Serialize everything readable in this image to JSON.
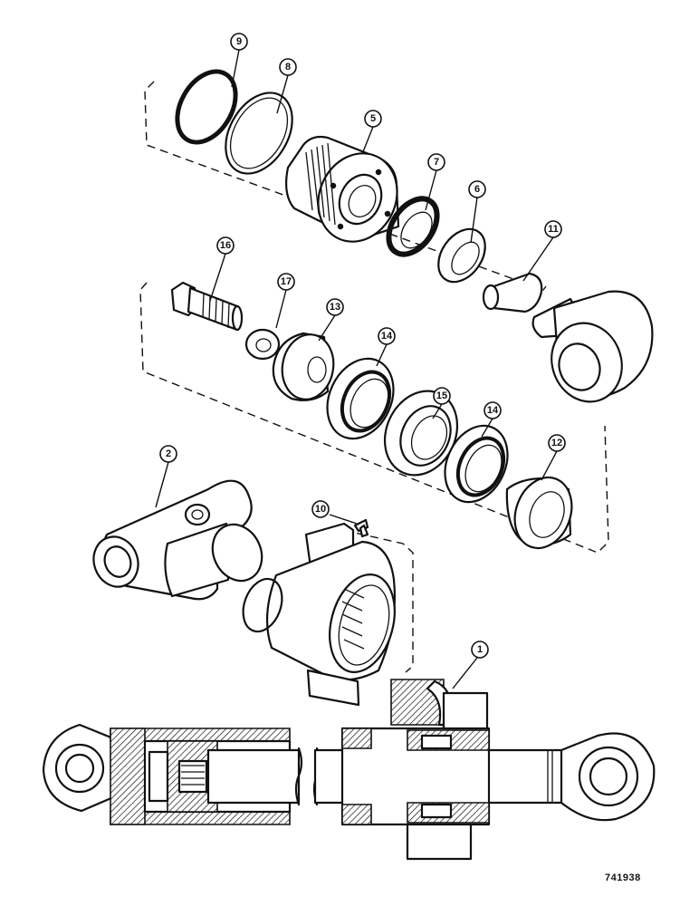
{
  "figure_number": "741938",
  "callouts": {
    "c1": "1",
    "c2": "2",
    "c5": "5",
    "c6": "6",
    "c7": "7",
    "c8": "8",
    "c9": "9",
    "c10": "10",
    "c11": "11",
    "c12": "12",
    "c13": "13",
    "c14a": "14",
    "c14b": "14",
    "c15": "15",
    "c16": "16",
    "c17": "17"
  }
}
